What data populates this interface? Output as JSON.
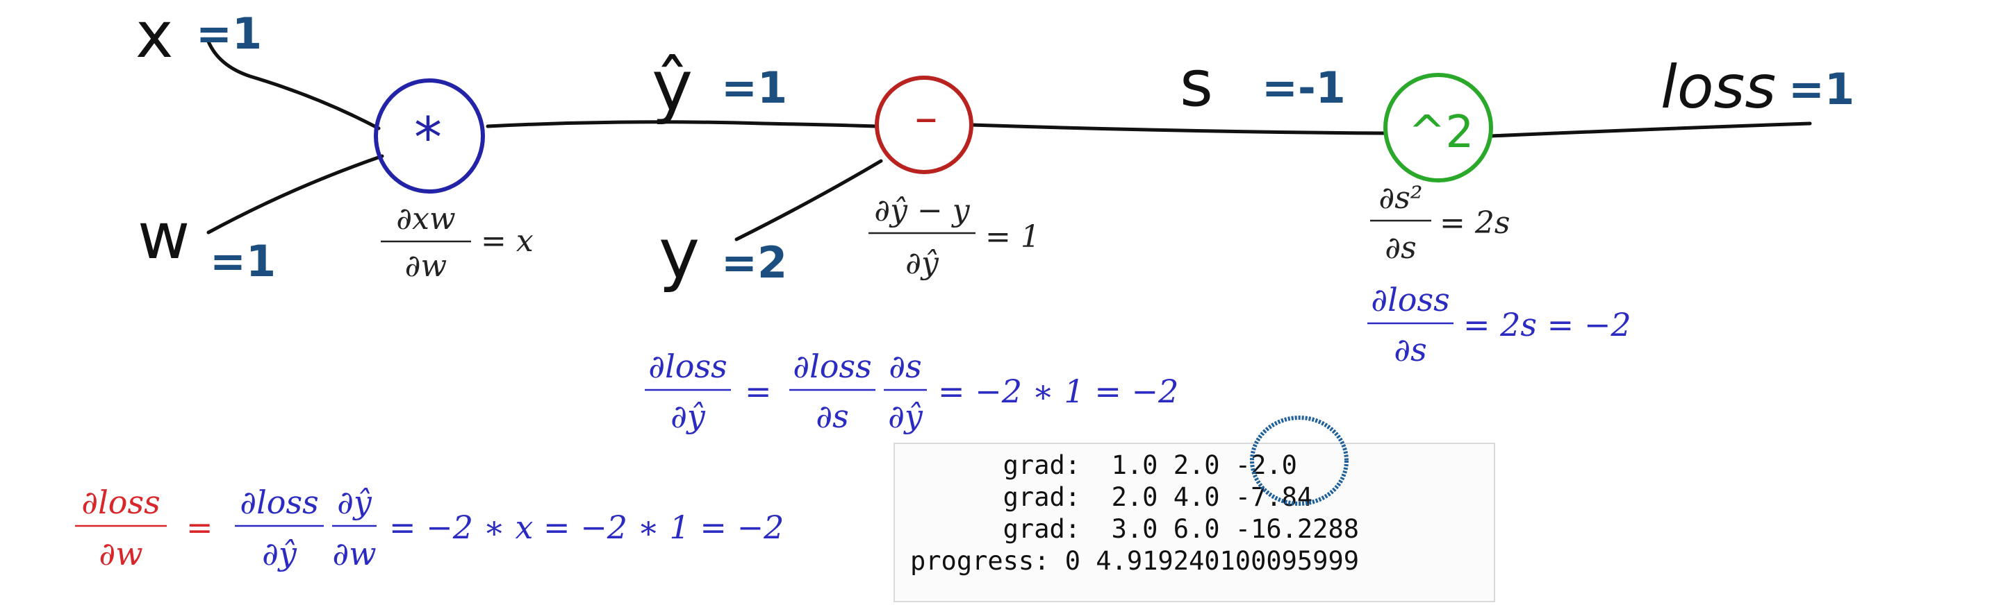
{
  "graph": {
    "x_var": "x",
    "x_val": "=1",
    "w_var": "w",
    "w_val": "=1",
    "yhat_var": "ŷ",
    "yhat_val": "=1",
    "y_var": "y",
    "y_val": "=2",
    "s_var": "s",
    "s_val": "=-1",
    "loss_var": "loss",
    "loss_val": "=1",
    "mul_symbol": "*",
    "sub_symbol": "–",
    "sq_symbol": "^2"
  },
  "derivatives": {
    "mul": {
      "num": "∂xw",
      "den": "∂w",
      "rhs": "= x"
    },
    "sub": {
      "num": "∂ŷ − y",
      "den": "∂ŷ",
      "rhs": "= 1"
    },
    "sq": {
      "num": "∂s²",
      "den": "∂s",
      "rhs": "= 2s"
    },
    "loss_s": {
      "num": "∂loss",
      "den": "∂s",
      "rhs": "= 2s = −2"
    },
    "loss_yhat": {
      "num": "∂loss",
      "den": "∂ŷ",
      "eq": "=",
      "n1": "∂loss",
      "d1": "∂s",
      "n2": "∂s",
      "d2": "∂ŷ",
      "rhs": "= −2 ∗ 1 = −2"
    },
    "loss_w": {
      "num": "∂loss",
      "den": "∂w",
      "eq": "=",
      "n1": "∂loss",
      "d1": "∂ŷ",
      "n2": "∂ŷ",
      "d2": "∂w",
      "rhs": "= −2 ∗ x = −2 ∗ 1 = −2"
    }
  },
  "terminal": {
    "lines": [
      "      grad:  1.0 2.0 -2.0",
      "      grad:  2.0 4.0 -7.84",
      "      grad:  3.0 6.0 -16.2288",
      "progress: 0 4.919240100095999"
    ]
  },
  "colors": {
    "mul_node": "#2323a8",
    "sub_node": "#b82320",
    "sq_node": "#2aa82a",
    "value_label": "#1d4e80",
    "highlight_circle": "#1f5f9a"
  }
}
